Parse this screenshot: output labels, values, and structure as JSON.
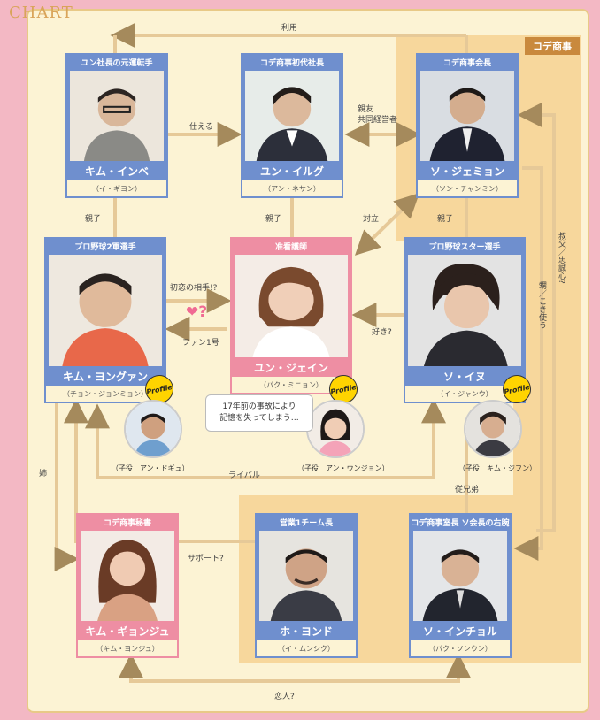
{
  "header": {
    "title": "CHART"
  },
  "group_label": "コデ商事",
  "characters": [
    {
      "id": "kim-inbe",
      "role": "ユン社長の元運転手",
      "name": "キム・インベ",
      "actor": "（イ・ギヨン）"
    },
    {
      "id": "yun-iruku",
      "role": "コデ商事初代社長",
      "name": "ユン・イルグ",
      "actor": "（アン・ネサン）"
    },
    {
      "id": "so-jemin",
      "role": "コデ商事会長",
      "name": "ソ・ジェミョン",
      "actor": "（ソン・チャンミン）"
    },
    {
      "id": "kim-yongwan",
      "role": "プロ野球2軍選手",
      "name": "キム・ヨングァン",
      "actor": "（チョン・ジョンミョン）"
    },
    {
      "id": "yun-jein",
      "role": "准看護師",
      "name": "ユン・ジェイン",
      "actor": "（パク・ミニョン）"
    },
    {
      "id": "so-inu",
      "role": "プロ野球スター選手",
      "name": "ソ・イヌ",
      "actor": "（イ・ジャンウ）"
    },
    {
      "id": "kim-gyonju",
      "role": "コデ商事秘書",
      "name": "キム・ギョンジュ",
      "actor": "（キム・ヨンジュ）"
    },
    {
      "id": "ho-yondo",
      "role": "営業1チーム長",
      "name": "ホ・ヨンド",
      "actor": "（イ・ムンシク）"
    },
    {
      "id": "so-inchol",
      "role": "コデ商事室長 ソ会長の右腕",
      "name": "ソ・インチョル",
      "actor": "（パク・ソンウン）"
    }
  ],
  "children": [
    {
      "id": "child-yongwan",
      "label": "（子役　アン・ドギュ）"
    },
    {
      "id": "child-jein",
      "label": "（子役　アン・ウンジョン）"
    },
    {
      "id": "child-inu",
      "label": "（子役　キム・ジフン）"
    }
  ],
  "profile_badge": "Profile",
  "memory_note": "17年前の事故により\n記憶を失ってしまう…",
  "heart_mark": "❤?",
  "relations": {
    "riyou": "利用",
    "tsukaeru": "仕える",
    "shinyuu": "親友",
    "kyoudou": "共同経営者",
    "oyako_left": "親子",
    "oyako_center": "親子",
    "oyako_right": "親子",
    "tairitsu": "対立",
    "hatsukoi": "初恋の相手!?",
    "fan": "ファン1号",
    "suki": "好き?",
    "rival": "ライバル",
    "ane": "姉",
    "support": "サポート?",
    "itoko": "従兄弟",
    "koibito": "恋人?",
    "oji": "叔父／忠誠心?",
    "oi": "甥／こき使う"
  },
  "colors": {
    "blue": "#6f8fce",
    "pink": "#ee8ea3",
    "zone": "#f7d79c",
    "line": "#e6c998",
    "arrow": "#a58a5c"
  }
}
